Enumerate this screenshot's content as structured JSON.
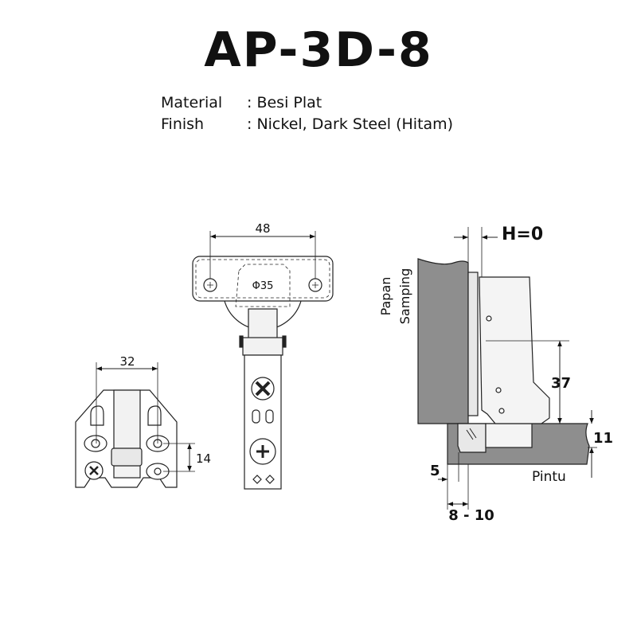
{
  "title": "AP-3D-8",
  "specs": [
    {
      "label": "Material",
      "value": ": Besi Plat"
    },
    {
      "label": "Finish",
      "value": ": Nickel, Dark Steel (Hitam)"
    }
  ],
  "plate_view": {
    "width_dim": "32",
    "hole_spacing_dim": "14"
  },
  "arm_view": {
    "hole_spacing_dim": "48",
    "cup_diameter": "Φ35"
  },
  "side_view": {
    "overlay": "H=0",
    "side_panel_label_1": "Papan",
    "side_panel_label_2": "Samping",
    "height_dim": "37",
    "door_thickness_dim": "11",
    "edge_dim": "5",
    "door_label": "Pintu",
    "drill_distance_dim": "8 - 10"
  },
  "colors": {
    "panel": "#8e8e8e",
    "part_fill": "#e8e8e8",
    "line": "#222222"
  }
}
